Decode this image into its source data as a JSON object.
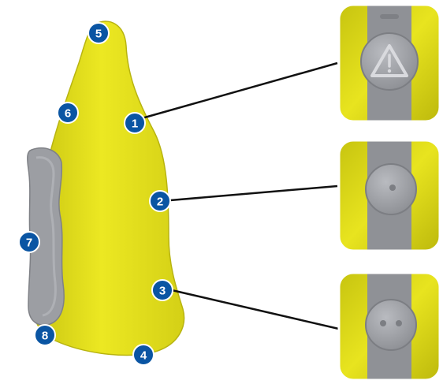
{
  "colors": {
    "device_yellow": "#e6e21c",
    "device_yellow_dark": "#b7b40f",
    "strap_gray": "#8f9196",
    "button_gray": "#a7a9ae",
    "badge_blue": "#0a55a3",
    "leader_line": "#111111"
  },
  "callouts": [
    {
      "number": "1"
    },
    {
      "number": "2"
    },
    {
      "number": "3"
    },
    {
      "number": "4"
    },
    {
      "number": "5"
    },
    {
      "number": "6"
    },
    {
      "number": "7"
    },
    {
      "number": "8"
    }
  ],
  "zoom_panels": [
    {
      "id": "top",
      "icon": "warning-triangle-icon",
      "dots": 0
    },
    {
      "id": "middle",
      "icon": "single-dot-button-icon",
      "dots": 1
    },
    {
      "id": "bottom",
      "icon": "double-dot-button-icon",
      "dots": 2
    }
  ]
}
